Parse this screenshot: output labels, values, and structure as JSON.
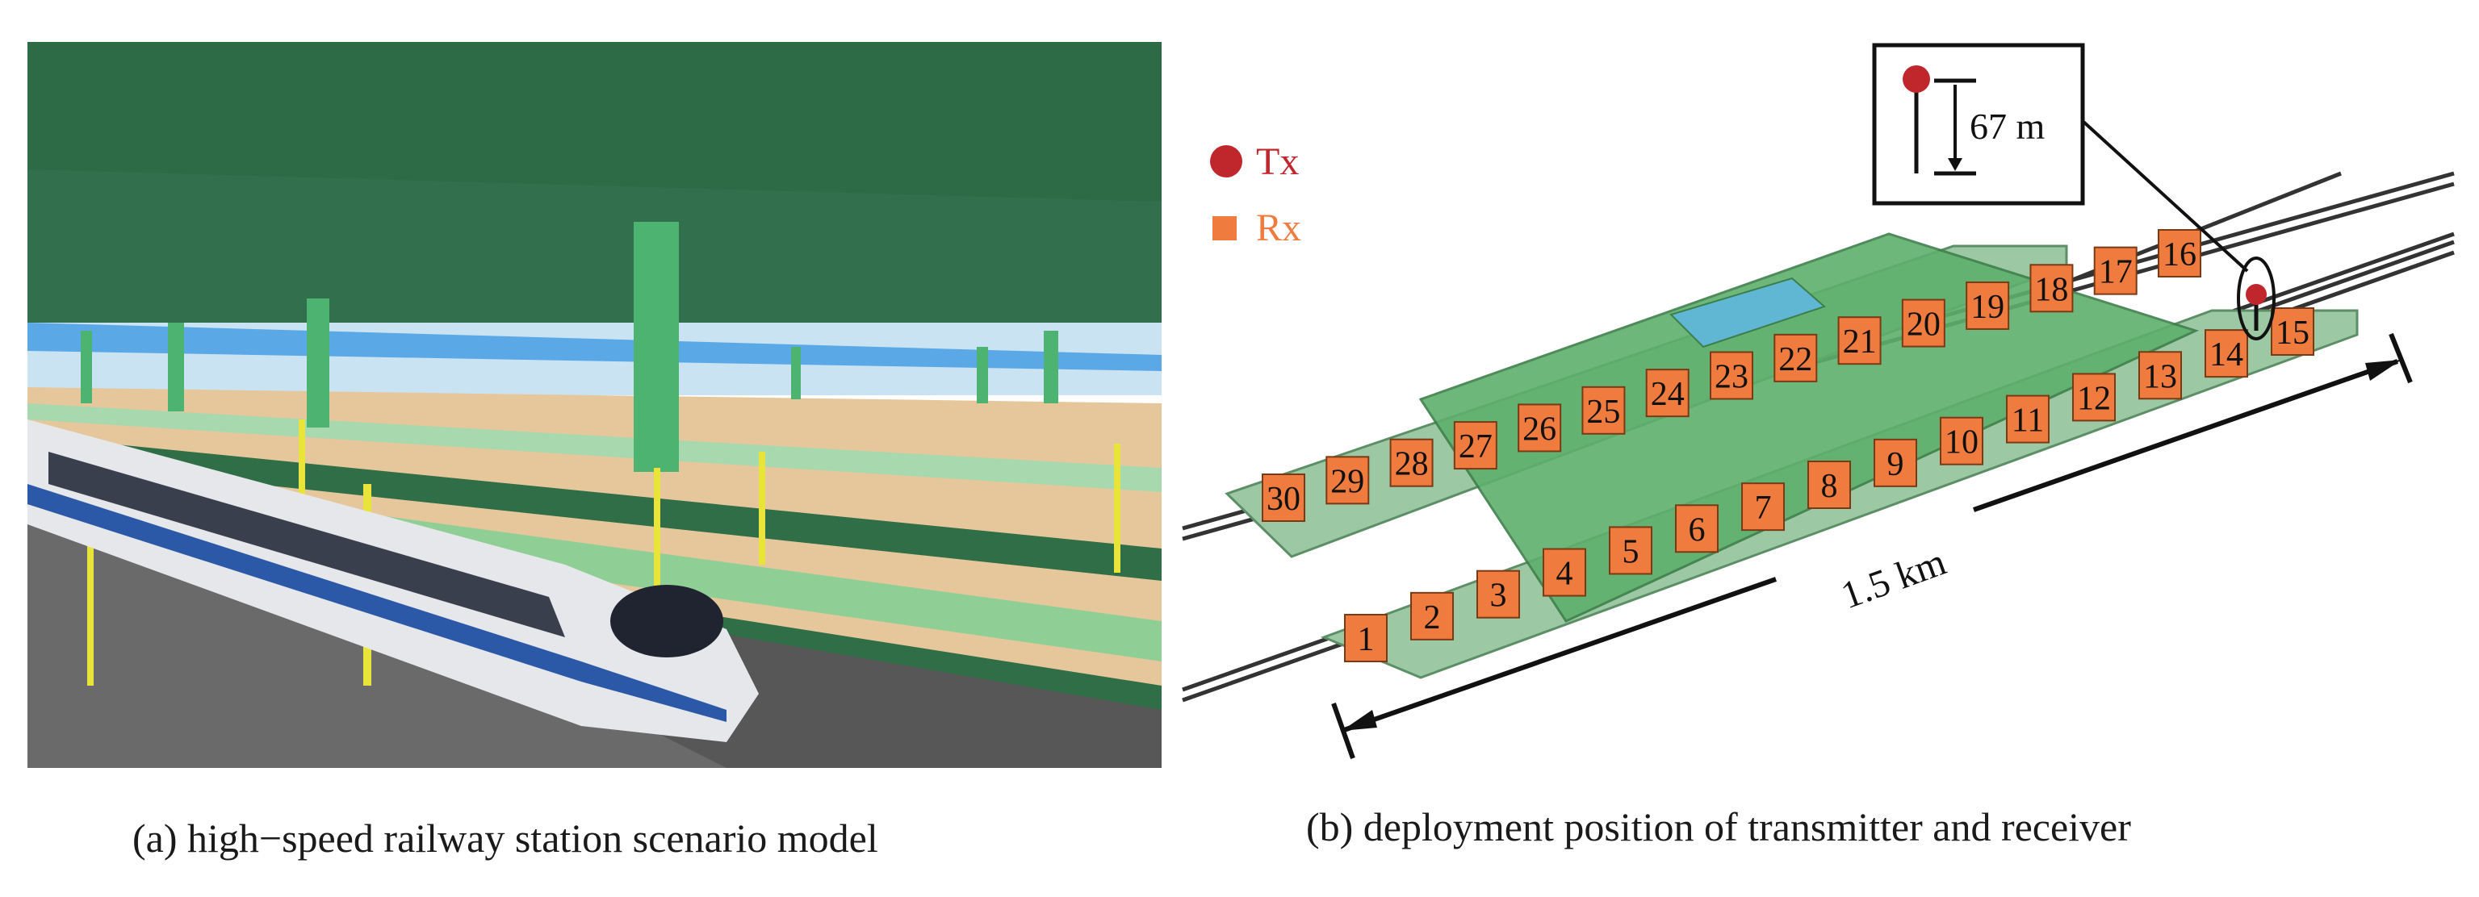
{
  "captions": {
    "a": "(a) high−speed railway station scenario model",
    "b": "(b) deployment position of transmitter and receiver"
  },
  "legend": {
    "tx_label": "Tx",
    "rx_label": "Rx",
    "tx_color": "#c0272d",
    "rx_color": "#ef7b3e"
  },
  "inset": {
    "height_label": "67 m"
  },
  "distance": {
    "label": "1.5 km"
  },
  "receivers": {
    "box_color": "#ef7b3e",
    "lower_row": [
      "1",
      "2",
      "3",
      "4",
      "5",
      "6",
      "7",
      "8",
      "9",
      "10",
      "11",
      "12",
      "13",
      "14",
      "15"
    ],
    "upper_row": [
      "16",
      "17",
      "18",
      "19",
      "20",
      "21",
      "22",
      "23",
      "24",
      "25",
      "26",
      "27",
      "28",
      "29",
      "30"
    ]
  },
  "colors": {
    "canopy": "#2e6e48",
    "pillar": "#4cb470",
    "platform_green": "#8ccf8c",
    "track_gray": "#5c5c5c",
    "sky_blue": "#5aa9e6"
  }
}
